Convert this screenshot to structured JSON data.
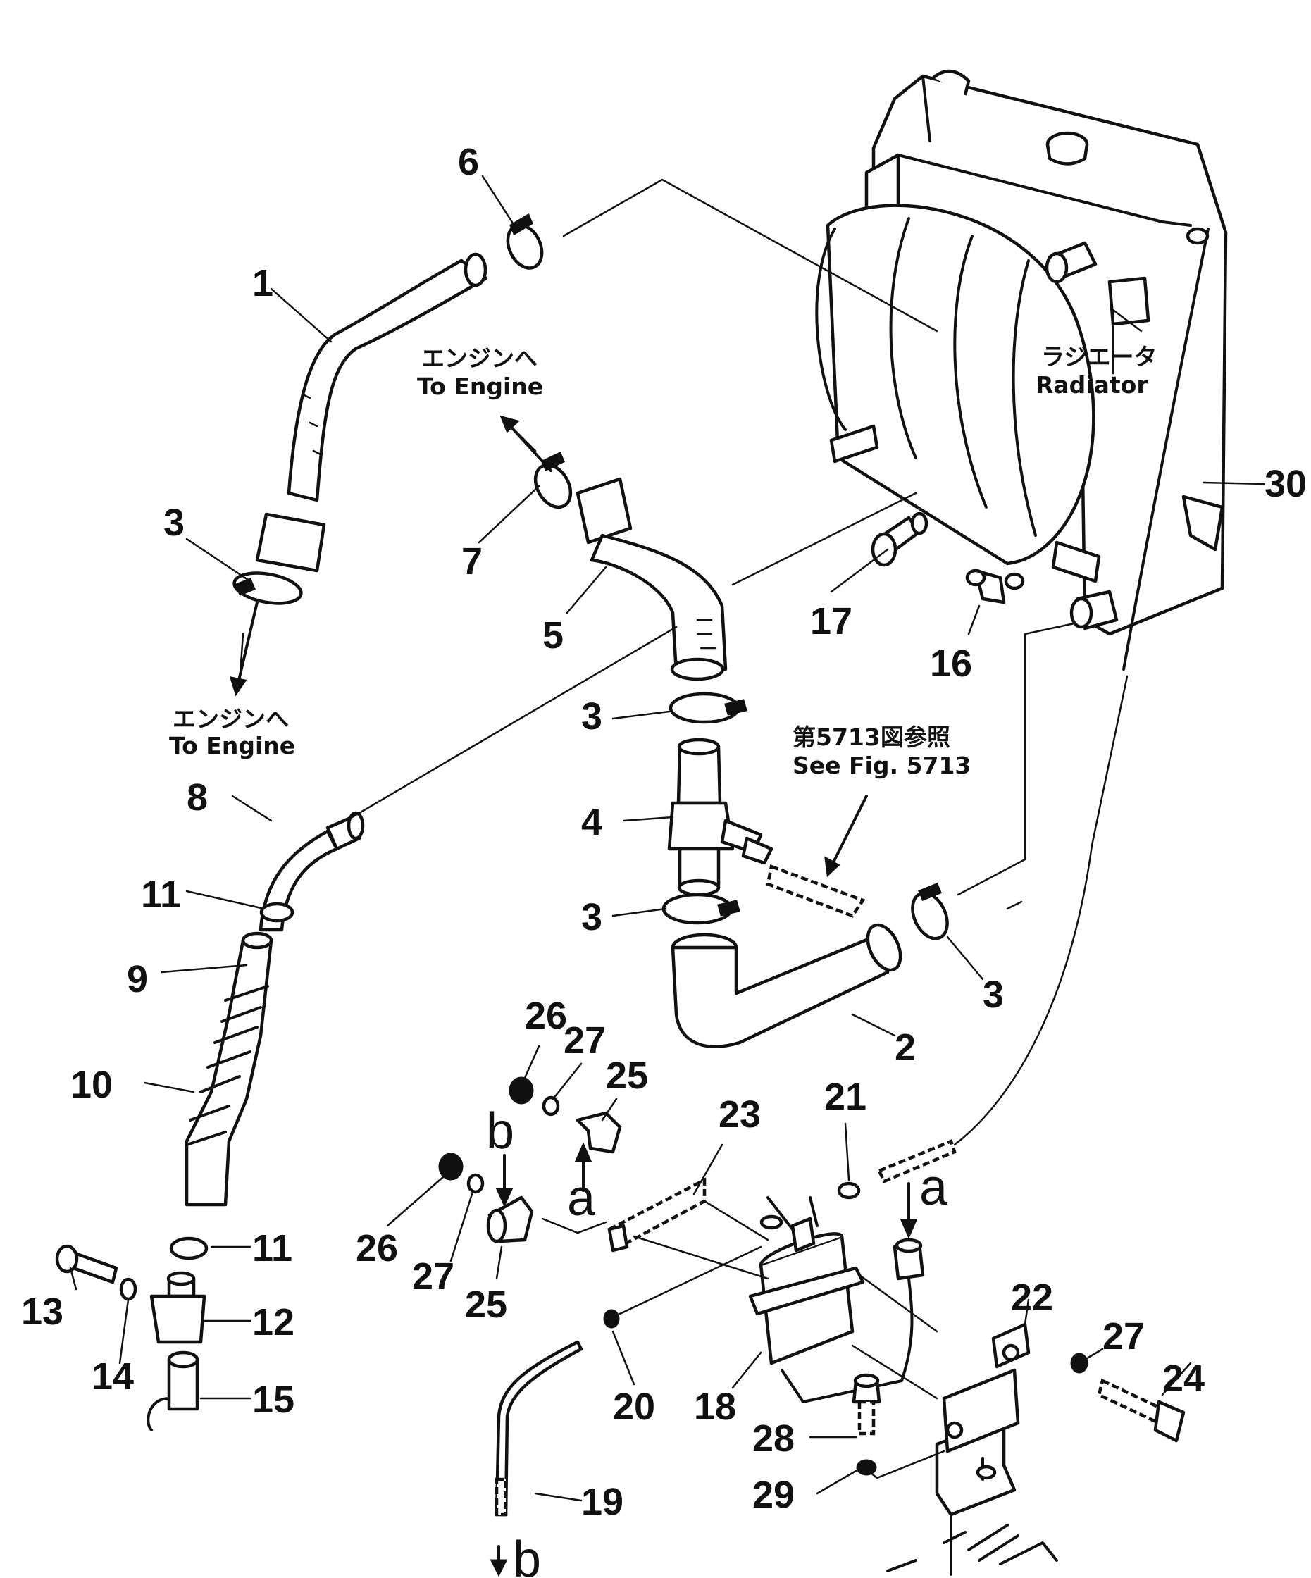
{
  "callouts": {
    "c1": "1",
    "c2": "2",
    "c3": "3",
    "c4": "4",
    "c5": "5",
    "c6": "6",
    "c7": "7",
    "c8": "8",
    "c9": "9",
    "c10": "10",
    "c11": "11",
    "c12": "12",
    "c13": "13",
    "c14": "14",
    "c15": "15",
    "c16": "16",
    "c17": "17",
    "c18": "18",
    "c19": "19",
    "c20": "20",
    "c21": "21",
    "c22": "22",
    "c23": "23",
    "c24": "24",
    "c25": "25",
    "c26": "26",
    "c27": "27",
    "c28": "28",
    "c29": "29",
    "c30": "30"
  },
  "refs": {
    "a": "a",
    "b": "b"
  },
  "labels": {
    "to_engine_jp": "エンジンへ",
    "to_engine_en": "To Engine",
    "radiator_jp": "ラジエータ",
    "radiator_en": "Radiator",
    "see_fig_jp": "第5713図参照",
    "see_fig_en": "See Fig. 5713"
  },
  "icons": {
    "radiator": "radiator-icon",
    "hose": "hose-icon",
    "clamp": "hose-clamp-icon",
    "tank": "reserve-tank-icon",
    "bolt": "bolt-icon",
    "nut": "nut-icon",
    "washer": "washer-icon"
  }
}
